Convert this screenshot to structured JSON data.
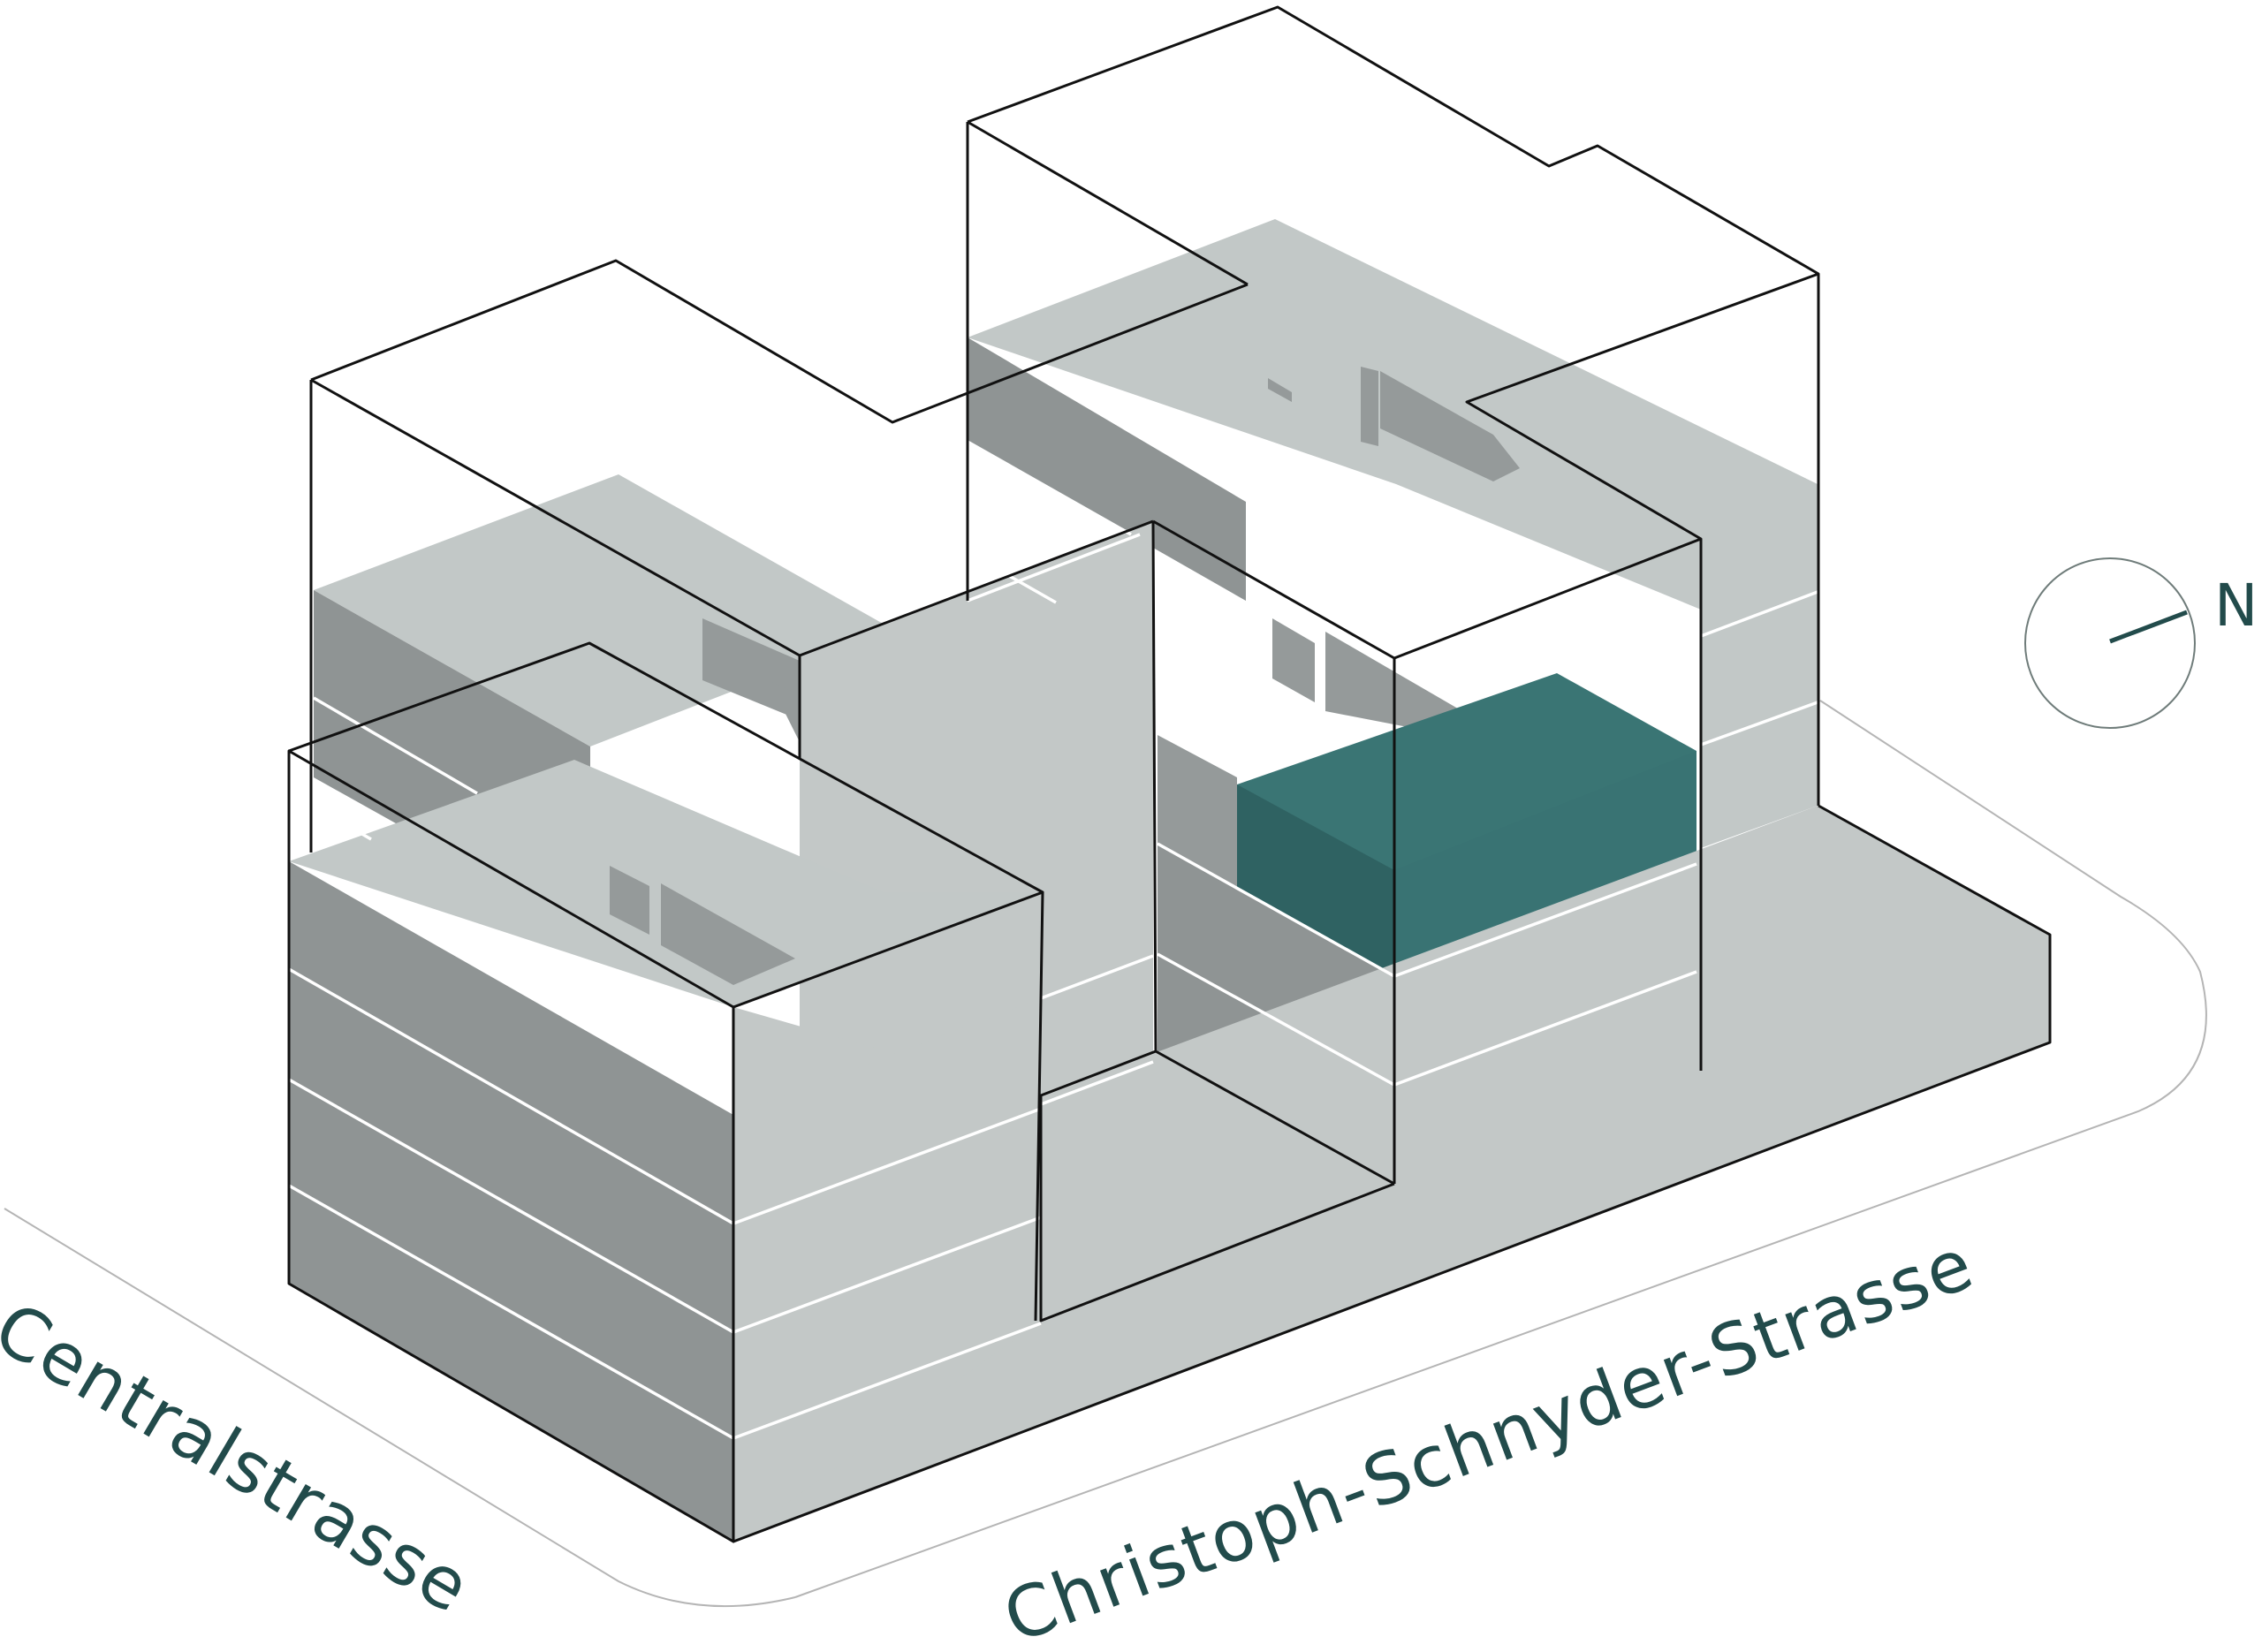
{
  "streets": {
    "west": "Centralstrasse",
    "south": "Christoph-Schnyder-Strasse"
  },
  "compass": {
    "label": "N"
  },
  "colors": {
    "highlight": "#3a7574",
    "massing": "#c2c8c7",
    "shadow": "#8f9494",
    "text": "#224b4b",
    "street_line": "#b5b5b5"
  }
}
